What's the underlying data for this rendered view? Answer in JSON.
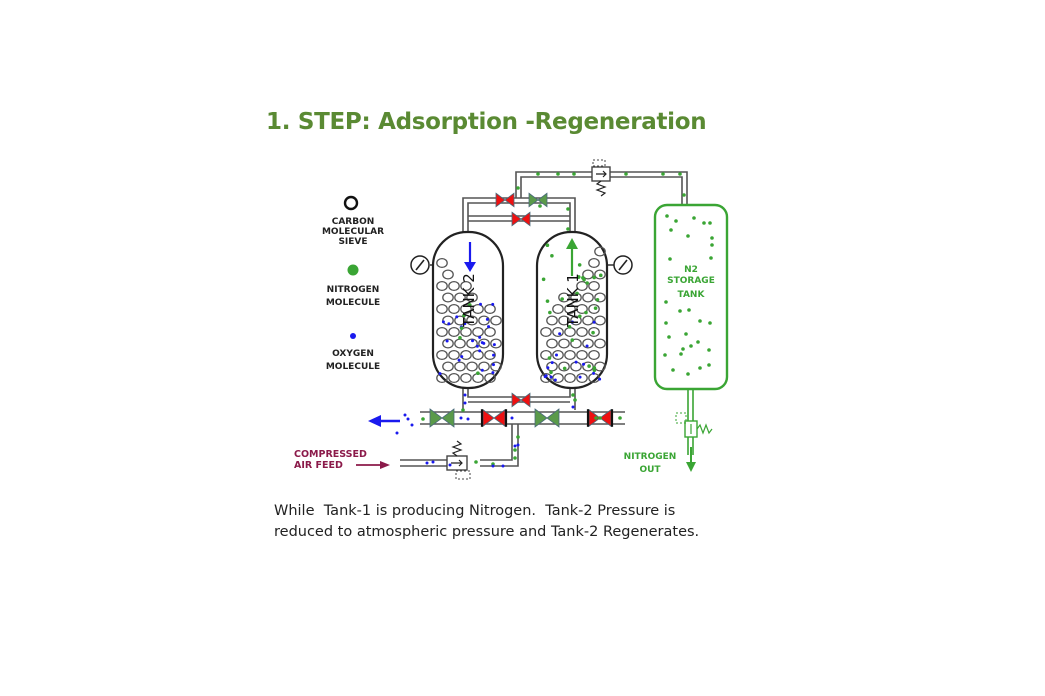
{
  "title": "1. STEP: Adsorption -Regeneration",
  "legend": {
    "carbon_sieve": [
      "CARBON",
      "MOLECULAR",
      "SIEVE"
    ],
    "nitrogen": [
      "NITROGEN",
      "MOLECULE"
    ],
    "oxygen": [
      "OXYGEN",
      "MOLECULE"
    ]
  },
  "tanks": {
    "tank2_label": "TANK 2",
    "tank1_label": "TANK 1",
    "storage_label": [
      "N2",
      "STORAGE",
      "TANK"
    ]
  },
  "labels": {
    "air_feed": [
      "COMPRESSED",
      "AIR FEED"
    ],
    "nitrogen_out": [
      "NITROGEN",
      "OUT"
    ]
  },
  "colors": {
    "title": "#5a8a33",
    "nitrogen": "#3aa534",
    "oxygen": "#1a1aee",
    "valve_closed": "#ee1111",
    "valve_open": "#5a9a4a",
    "air_feed": "#8b1a4a"
  },
  "valves": {
    "top_left": "closed",
    "top_right": "open",
    "top_middle": "closed",
    "bottom_middle": "closed",
    "exhaust_left": "open",
    "feed_left": "closed",
    "feed_right": "open",
    "outlet_right": "closed"
  },
  "caption": [
    "While  Tank-1 is producing Nitrogen.  Tank-2 Pressure is",
    "reduced to atmospheric pressure and Tank-2 Regenerates."
  ]
}
